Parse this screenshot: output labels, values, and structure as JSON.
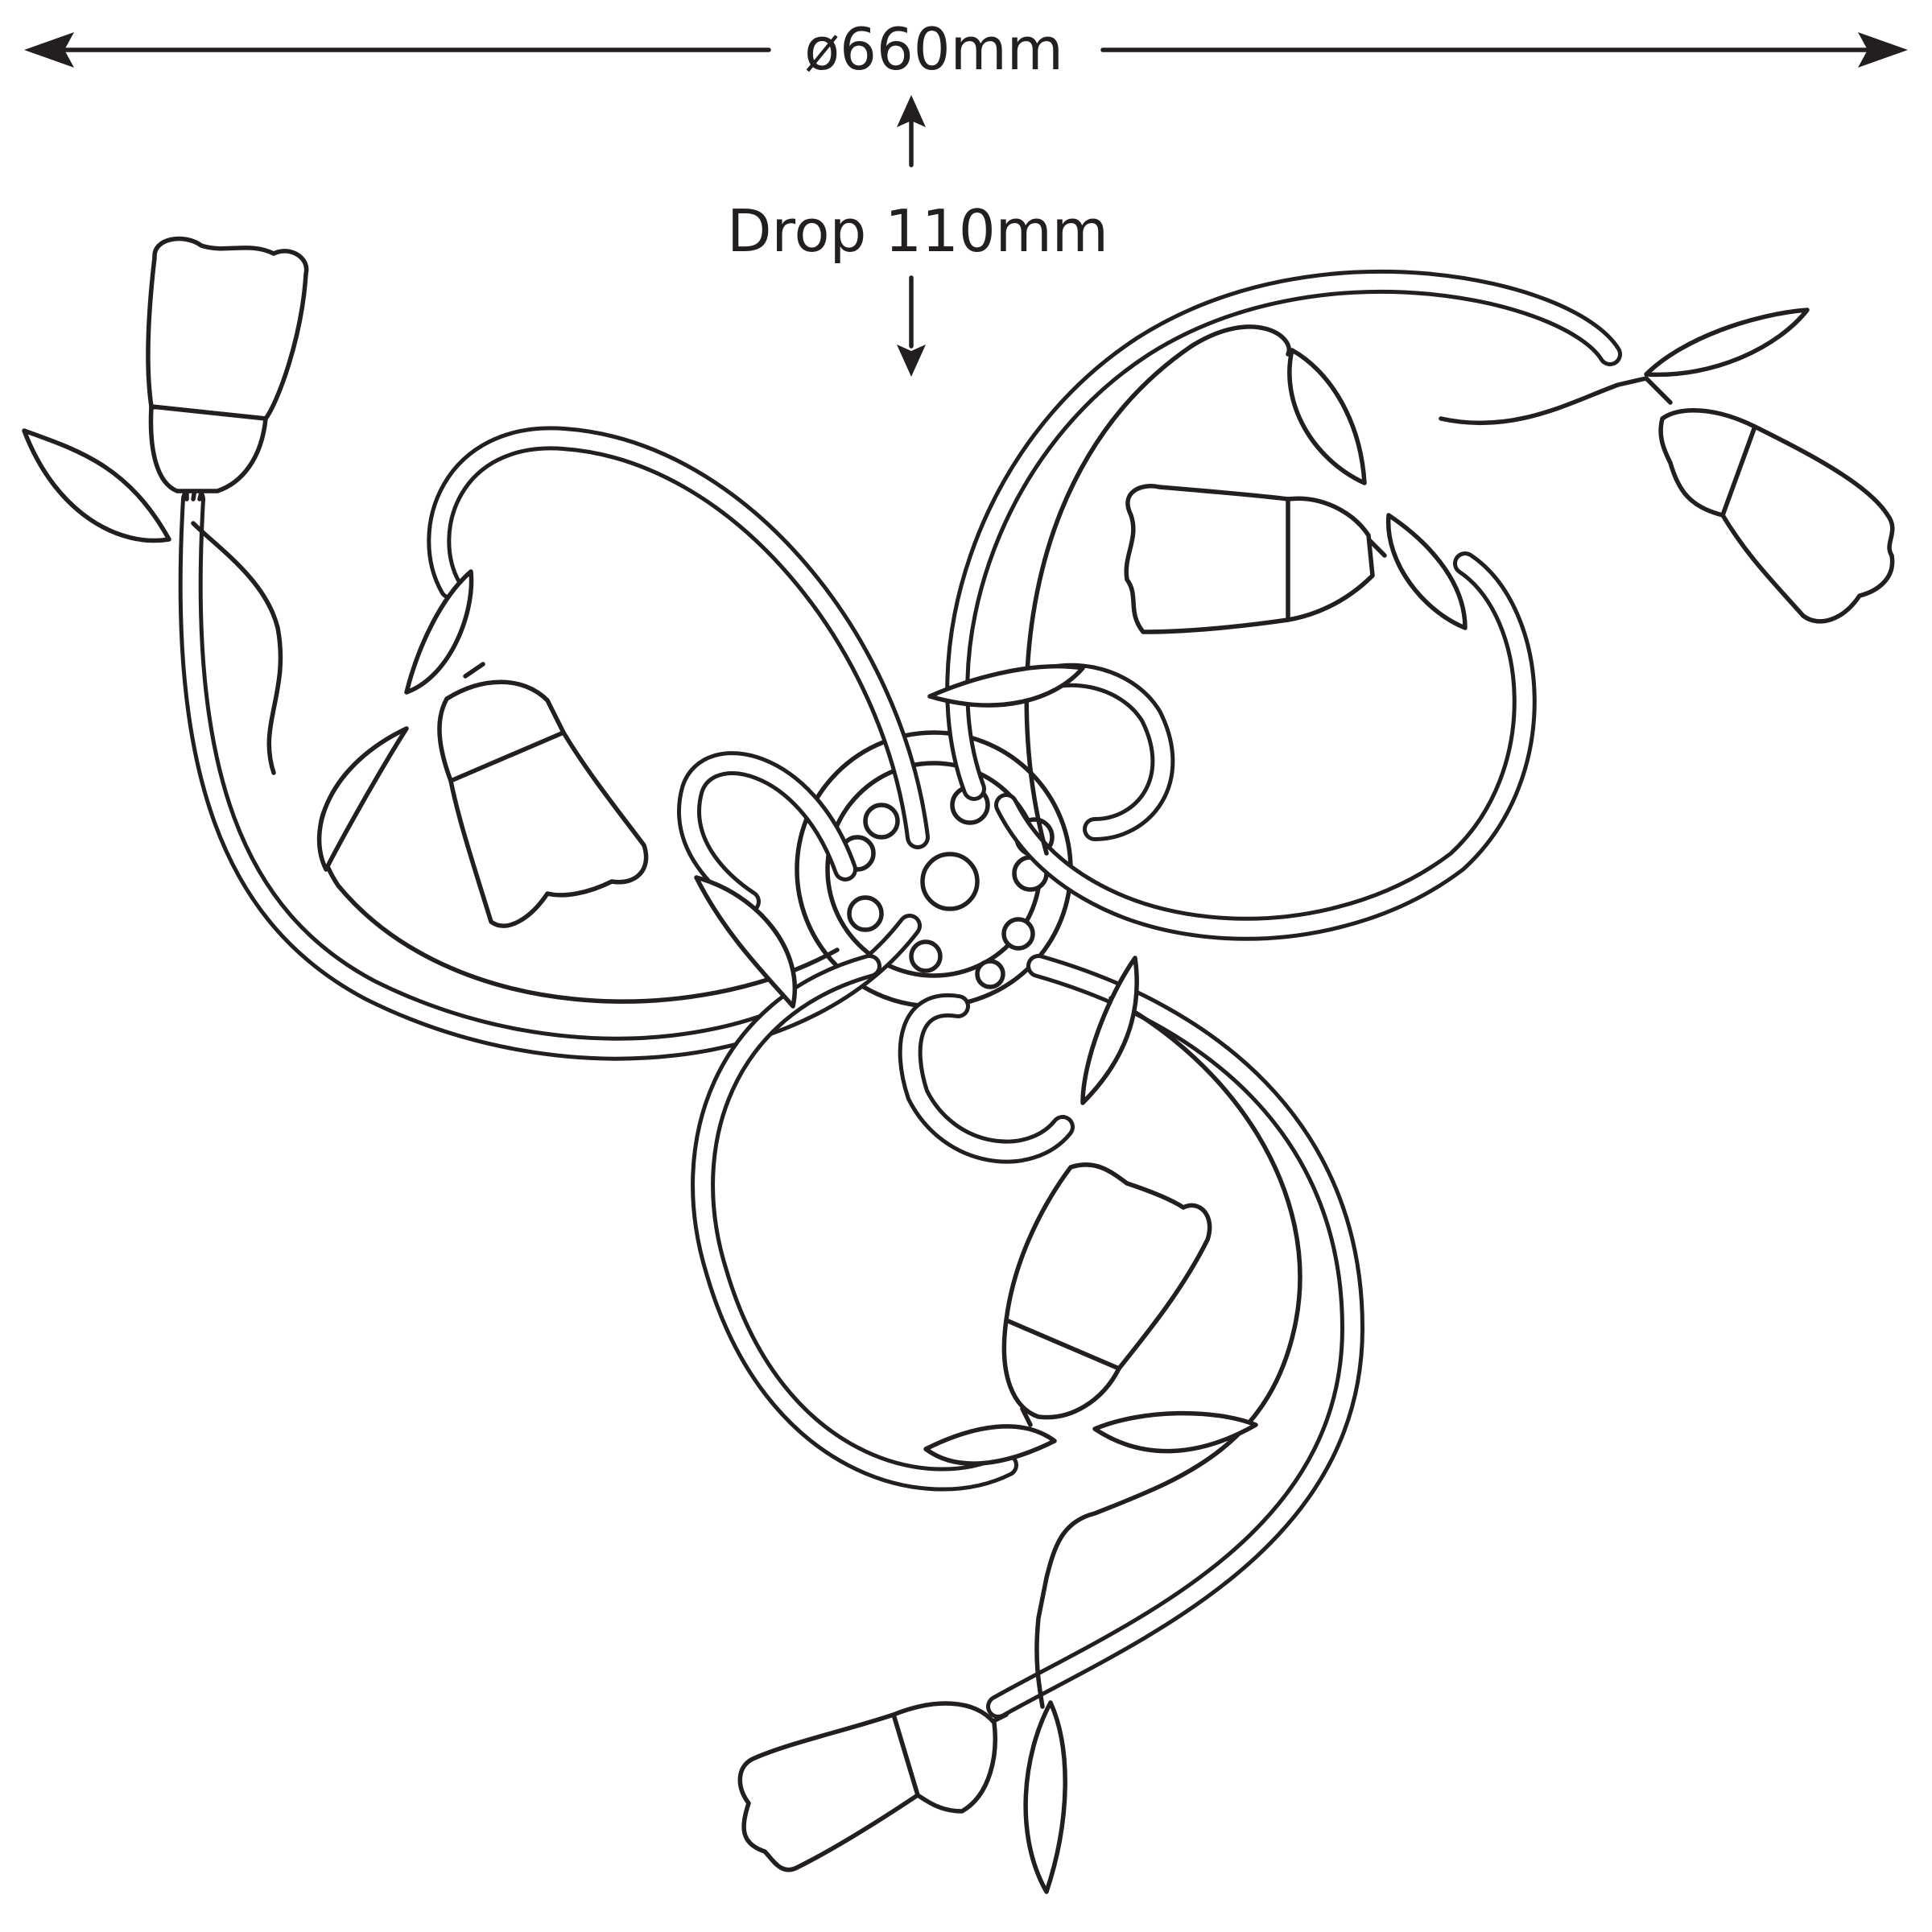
{
  "dimensions": {
    "diameter_label": "ø660mm",
    "drop_label": "Drop 110mm"
  },
  "colors": {
    "line": "#231f20",
    "background": "#ffffff"
  },
  "fixture": {
    "arms": 3,
    "shades": 6
  }
}
